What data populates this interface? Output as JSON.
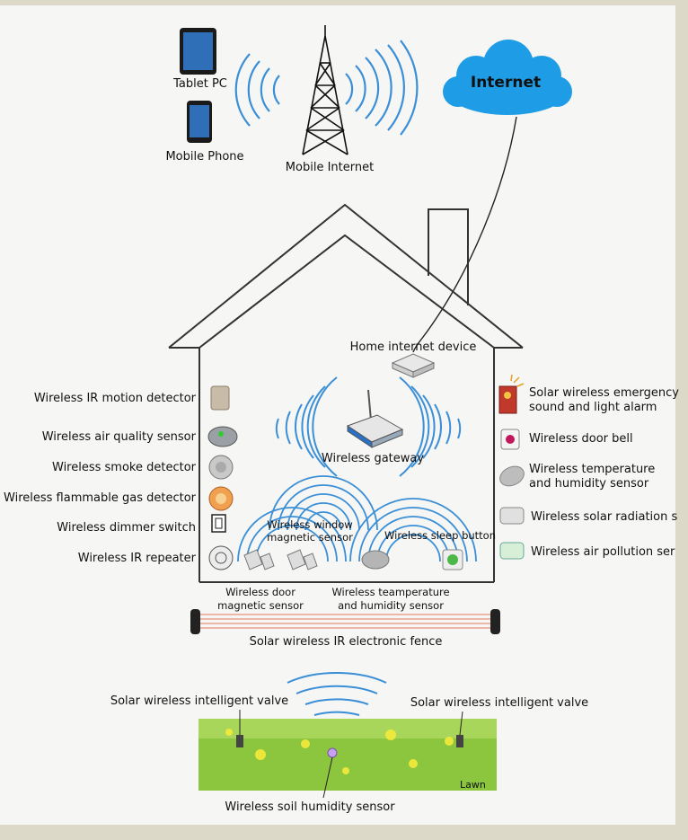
{
  "devices": {
    "tablet": "Tablet PC",
    "phone": "Mobile Phone",
    "mobile_internet": "Mobile Internet",
    "internet": "Internet",
    "home_internet_device": "Home internet device",
    "wireless_gateway": "Wireless gateway"
  },
  "left_sensors": [
    "Wireless IR motion detector",
    "Wireless air quality sensor",
    "Wireless smoke detector",
    "Wireless flammable gas detector",
    "Wireless dimmer switch",
    "Wireless IR repeater"
  ],
  "right_sensors": {
    "alarm_line1": "Solar wireless emergency",
    "alarm_line2": "sound and light alarm",
    "door_bell": "Wireless door bell",
    "temp_line1": "Wireless temperature",
    "temp_line2": "and humidity sensor",
    "solar_radiation": "Wireless solar radiation s",
    "air_pollution": "Wireless air pollution ser"
  },
  "interior": {
    "window_line1": "Wireless window",
    "window_line2": "magnetic sensor",
    "sleep_button": "Wireless sleep button",
    "door_line1": "Wireless door",
    "door_line2": "magnetic sensor",
    "temp_line1": "Wireless teamperature",
    "temp_line2": "and humidity sensor"
  },
  "fence": "Solar wireless IR electronic fence",
  "lawn_area": {
    "valve_left": "Solar wireless intelligent valve",
    "valve_right": "Solar wireless intelligent valve",
    "lawn": "Lawn",
    "soil_sensor": "Wireless soil humidity sensor"
  },
  "colors": {
    "wave": "#3b8fd6",
    "cloud": "#1e9de6",
    "lawn": "#8cc63f",
    "house_line": "#333333",
    "fence_line": "#e8a090",
    "alarm_red": "#c0392b"
  }
}
